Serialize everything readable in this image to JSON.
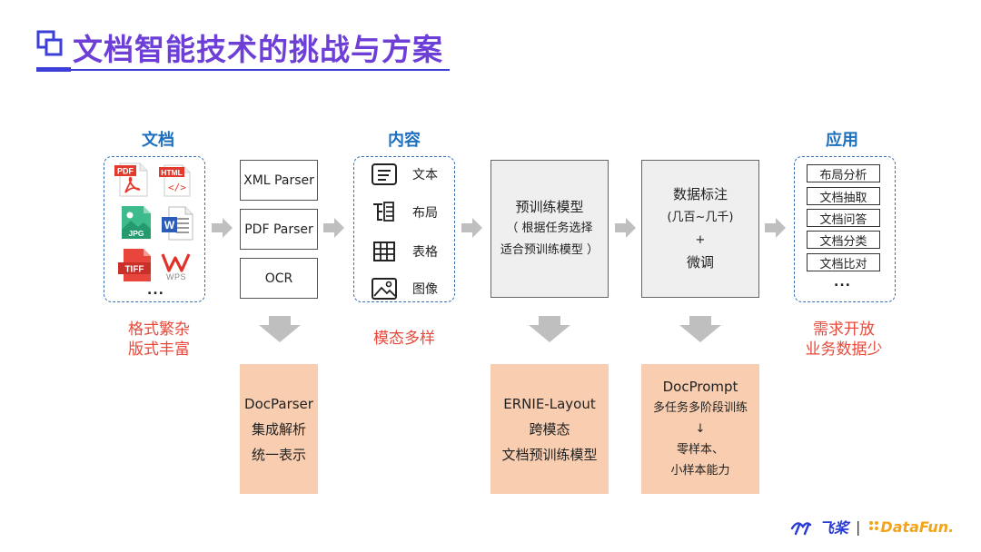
{
  "header": {
    "title": "文档智能技术的挑战与方案"
  },
  "columns": {
    "documents": "文档",
    "content": "内容",
    "application": "应用"
  },
  "doc_icons": [
    {
      "name": "pdf-icon",
      "label": "PDF"
    },
    {
      "name": "html-icon",
      "label": "HTML"
    },
    {
      "name": "jpg-icon",
      "label": "JPG"
    },
    {
      "name": "word-icon",
      "label": "W"
    },
    {
      "name": "tiff-icon",
      "label": "TIFF"
    },
    {
      "name": "wps-icon",
      "label": "WPS"
    }
  ],
  "doc_ellipsis": "...",
  "parsers": [
    "XML Parser",
    "PDF Parser",
    "OCR"
  ],
  "content_items": [
    {
      "label": "文本",
      "icon": "text-icon"
    },
    {
      "label": "布局",
      "icon": "layout-icon"
    },
    {
      "label": "表格",
      "icon": "table-icon"
    },
    {
      "label": "图像",
      "icon": "image-icon"
    }
  ],
  "pretrain_box": {
    "line1": "预训练模型",
    "line2": "（ 根据任务选择",
    "line3": "适合预训练模型 ）"
  },
  "annotation_box": {
    "line1": "数据标注",
    "line2": "(几百~几千)",
    "line3": "+",
    "line4": "微调"
  },
  "applications": [
    "布局分析",
    "文档抽取",
    "文档问答",
    "文档分类",
    "文档比对"
  ],
  "app_ellipsis": "...",
  "challenges": {
    "documents": [
      "格式繁杂",
      "版式丰富"
    ],
    "content": [
      "模态多样"
    ],
    "application": [
      "需求开放",
      "业务数据少"
    ]
  },
  "solutions": {
    "docparser": [
      "DocParser",
      "集成解析",
      "统一表示"
    ],
    "ernie": [
      "ERNIE-Layout",
      "跨模态",
      "文档预训练模型"
    ],
    "docprompt": {
      "title": "DocPrompt",
      "line1": "多任务多阶段训练",
      "arrow": "↓",
      "line2": "零样本、",
      "line3": "小样本能力"
    }
  },
  "footer": {
    "brand1": "飞桨",
    "separator": "|",
    "brand2": "DataFun."
  },
  "colors": {
    "title": "#6d3fd6",
    "header": "#1d6fbf",
    "challenge": "#e8493a",
    "solution_bg": "#f8cdb0",
    "arrow": "#bfbfbf"
  }
}
